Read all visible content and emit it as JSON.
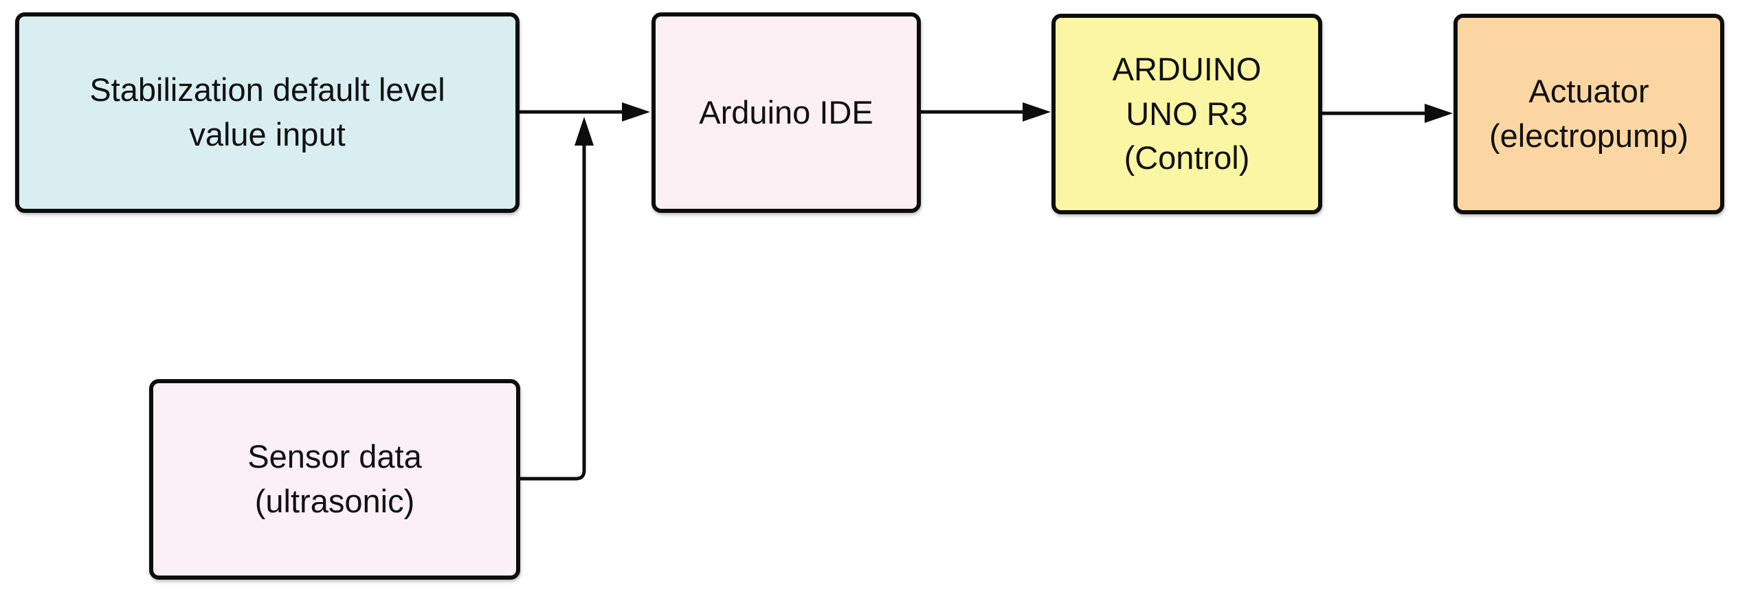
{
  "colors": {
    "stroke": "#0d0d0d",
    "input_fill": "#d9eef0",
    "ide_fill": "#fdf0f4",
    "control_fill": "#fbf6a3",
    "actuator_fill": "#fcd6a2",
    "sensor_fill": "#fbf0f5"
  },
  "nodes": {
    "stabilization": {
      "label": "Stabilization default level\nvalue input",
      "color": "#d9eef0"
    },
    "arduino_ide": {
      "label": "Arduino IDE",
      "color": "#fdf0f4"
    },
    "arduino_uno": {
      "label": "ARDUINO\nUNO R3\n(Control)",
      "color": "#fbf6a3"
    },
    "actuator": {
      "label": "Actuator\n(electropump)",
      "color": "#fcd6a2"
    },
    "sensor": {
      "label": "Sensor data\n(ultrasonic)",
      "color": "#fbf0f5"
    }
  },
  "edges": [
    {
      "from": "stabilization",
      "to": "arduino_ide"
    },
    {
      "from": "sensor",
      "to": "arduino_ide"
    },
    {
      "from": "arduino_ide",
      "to": "arduino_uno"
    },
    {
      "from": "arduino_uno",
      "to": "actuator"
    }
  ]
}
